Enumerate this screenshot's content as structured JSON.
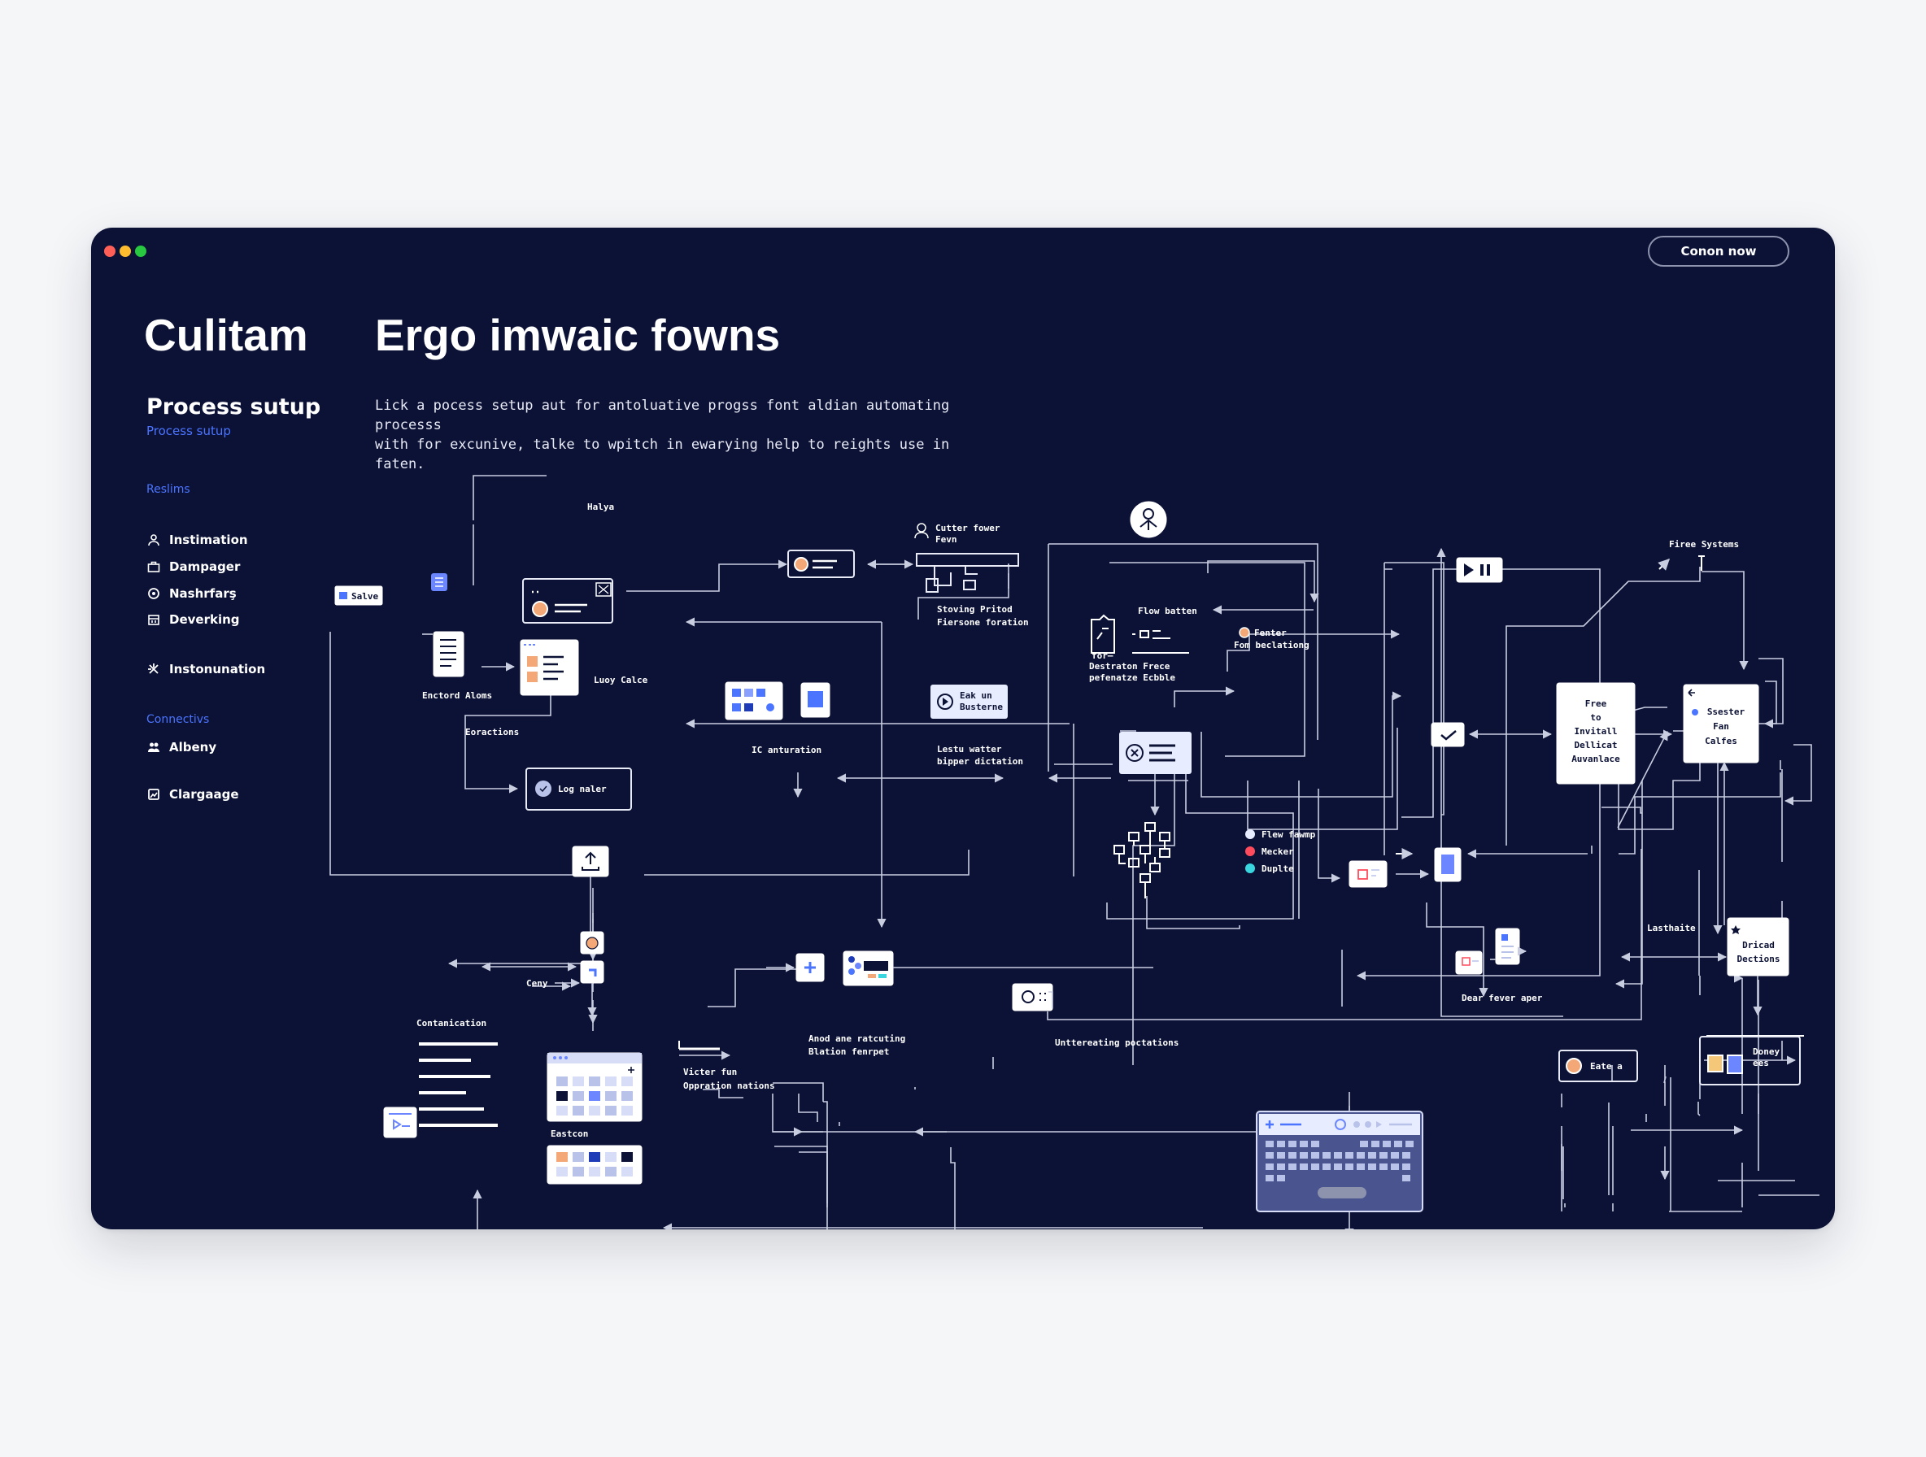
{
  "window": {
    "title_brand": "Culitam",
    "headline": "Ergo imwaic fowns",
    "cta_label": "Conon now",
    "traffic_lights": [
      "#ff5f57",
      "#febc2e",
      "#28c840"
    ]
  },
  "sidebar": {
    "title": "Process sutup",
    "subtitle": "Process sutup",
    "section_1": "Reslims",
    "items_1": [
      {
        "label": "Instimation",
        "icon": "user-icon"
      },
      {
        "label": "Dampager",
        "icon": "briefcase-icon"
      },
      {
        "label": "Nashrfarş",
        "icon": "circle-dot-icon"
      },
      {
        "label": "Deverking",
        "icon": "calendar-icon"
      },
      {
        "label": "Instonunation",
        "icon": "tools-icon"
      }
    ],
    "section_2": "Connectivs",
    "items_2": [
      {
        "label": "Albeny",
        "icon": "users-icon"
      },
      {
        "label": "Clargaage",
        "icon": "image-icon"
      }
    ]
  },
  "description": {
    "line_1": "Lick a pocess setup aut for antoluative progss font aldian automating processs",
    "line_2": "with for excunive, talke to wpitch in ewarying help to reights use in faten."
  },
  "diagram": {
    "labels": {
      "halya": "Halya",
      "salve": "Salve",
      "enctord_aloms": "Enctord Aloms",
      "luoy_calce": "Luoy Calce",
      "eoractions": "Eoractions",
      "log_naler": "Log naler",
      "cutter_fower": "Cutter fower",
      "fevn": "Fevn",
      "stoving_pritod": "Stoving Pritod",
      "fiersone_foration": "Fiersone foration",
      "ic_anturation": "IC anturation",
      "eak_un": "Eak un",
      "busterne": "Busterne",
      "lestu_watter": "Lestu watter",
      "bipper_dictation": "bipper dictation",
      "flow_batten": "Flow batten",
      "destraton_frece": "Destraton Frece",
      "pefenatze_ecbble": "pefenatze Ecbble",
      "fenter": "Fenter",
      "fom_beclationg": "Fom beclationg",
      "flew_fawmp": "Flew fawmp",
      "mecker": "Mecker",
      "duplte": "Duplte",
      "free_to_invitall": [
        "Free",
        "to",
        "Invitall",
        "Dellicat",
        "Auvanlace"
      ],
      "firee_systems": "Firee Systems",
      "ssester_fan_calfes": [
        "Ssester",
        "Fan",
        "Calfes"
      ],
      "lasthaite": "Lasthaite",
      "dricad_dections": [
        "Dricad",
        "Dections"
      ],
      "dear_fever_aper": "Dear fever aper",
      "eate_a": "Eate a",
      "doney_ees": [
        "Doney",
        "ees"
      ],
      "ceny": "Ceny",
      "contanication": "Contanication",
      "eastcon": "Eastcon",
      "victer_fun": "Victer fun",
      "oppration_nations": "Oppration nations",
      "anod_ane_ratcuting": "Anod ane ratcuting",
      "blation_fenrpet": "Blation fenrpet",
      "unttereating_poctations": "Unttereating poctations"
    },
    "status_colors": {
      "flew_fawmp": "#e8ecff",
      "mecker": "#ff4b5c",
      "duplte": "#3ad6e0"
    },
    "accent": "#4b74ff"
  }
}
